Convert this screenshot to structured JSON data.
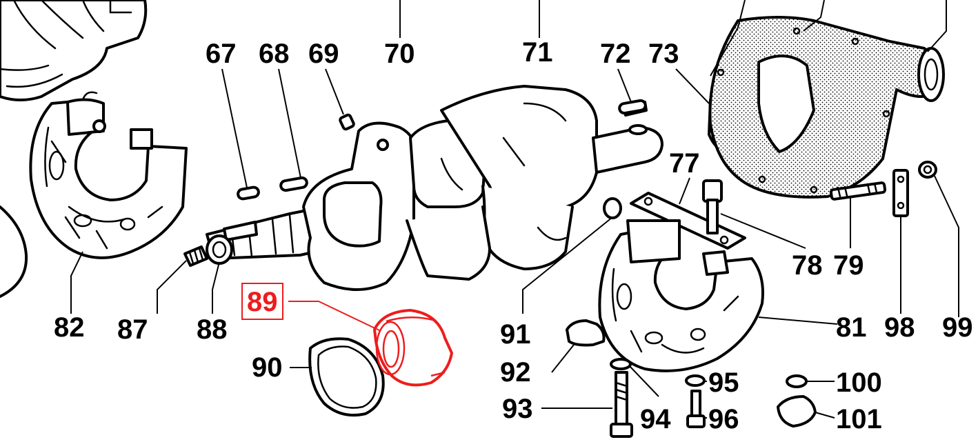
{
  "diagram": {
    "highlight_color": "#ee1c1c",
    "line_color": "#000000",
    "background_color": "#ffffff",
    "highlighted_part": "89",
    "callouts": [
      {
        "id": "c67",
        "label": "67"
      },
      {
        "id": "c68",
        "label": "68"
      },
      {
        "id": "c69",
        "label": "69"
      },
      {
        "id": "c70",
        "label": "70"
      },
      {
        "id": "c71",
        "label": "71"
      },
      {
        "id": "c72",
        "label": "72"
      },
      {
        "id": "c73",
        "label": "73"
      },
      {
        "id": "c77",
        "label": "77"
      },
      {
        "id": "c78",
        "label": "78"
      },
      {
        "id": "c79",
        "label": "79"
      },
      {
        "id": "c81",
        "label": "81"
      },
      {
        "id": "c82",
        "label": "82"
      },
      {
        "id": "c87",
        "label": "87"
      },
      {
        "id": "c88",
        "label": "88"
      },
      {
        "id": "c89",
        "label": "89"
      },
      {
        "id": "c90",
        "label": "90"
      },
      {
        "id": "c91",
        "label": "91"
      },
      {
        "id": "c92",
        "label": "92"
      },
      {
        "id": "c93",
        "label": "93"
      },
      {
        "id": "c94",
        "label": "94"
      },
      {
        "id": "c95",
        "label": "95"
      },
      {
        "id": "c96",
        "label": "96"
      },
      {
        "id": "c98",
        "label": "98"
      },
      {
        "id": "c99",
        "label": "99"
      },
      {
        "id": "c100",
        "label": "100"
      },
      {
        "id": "c101",
        "label": "101"
      }
    ]
  }
}
